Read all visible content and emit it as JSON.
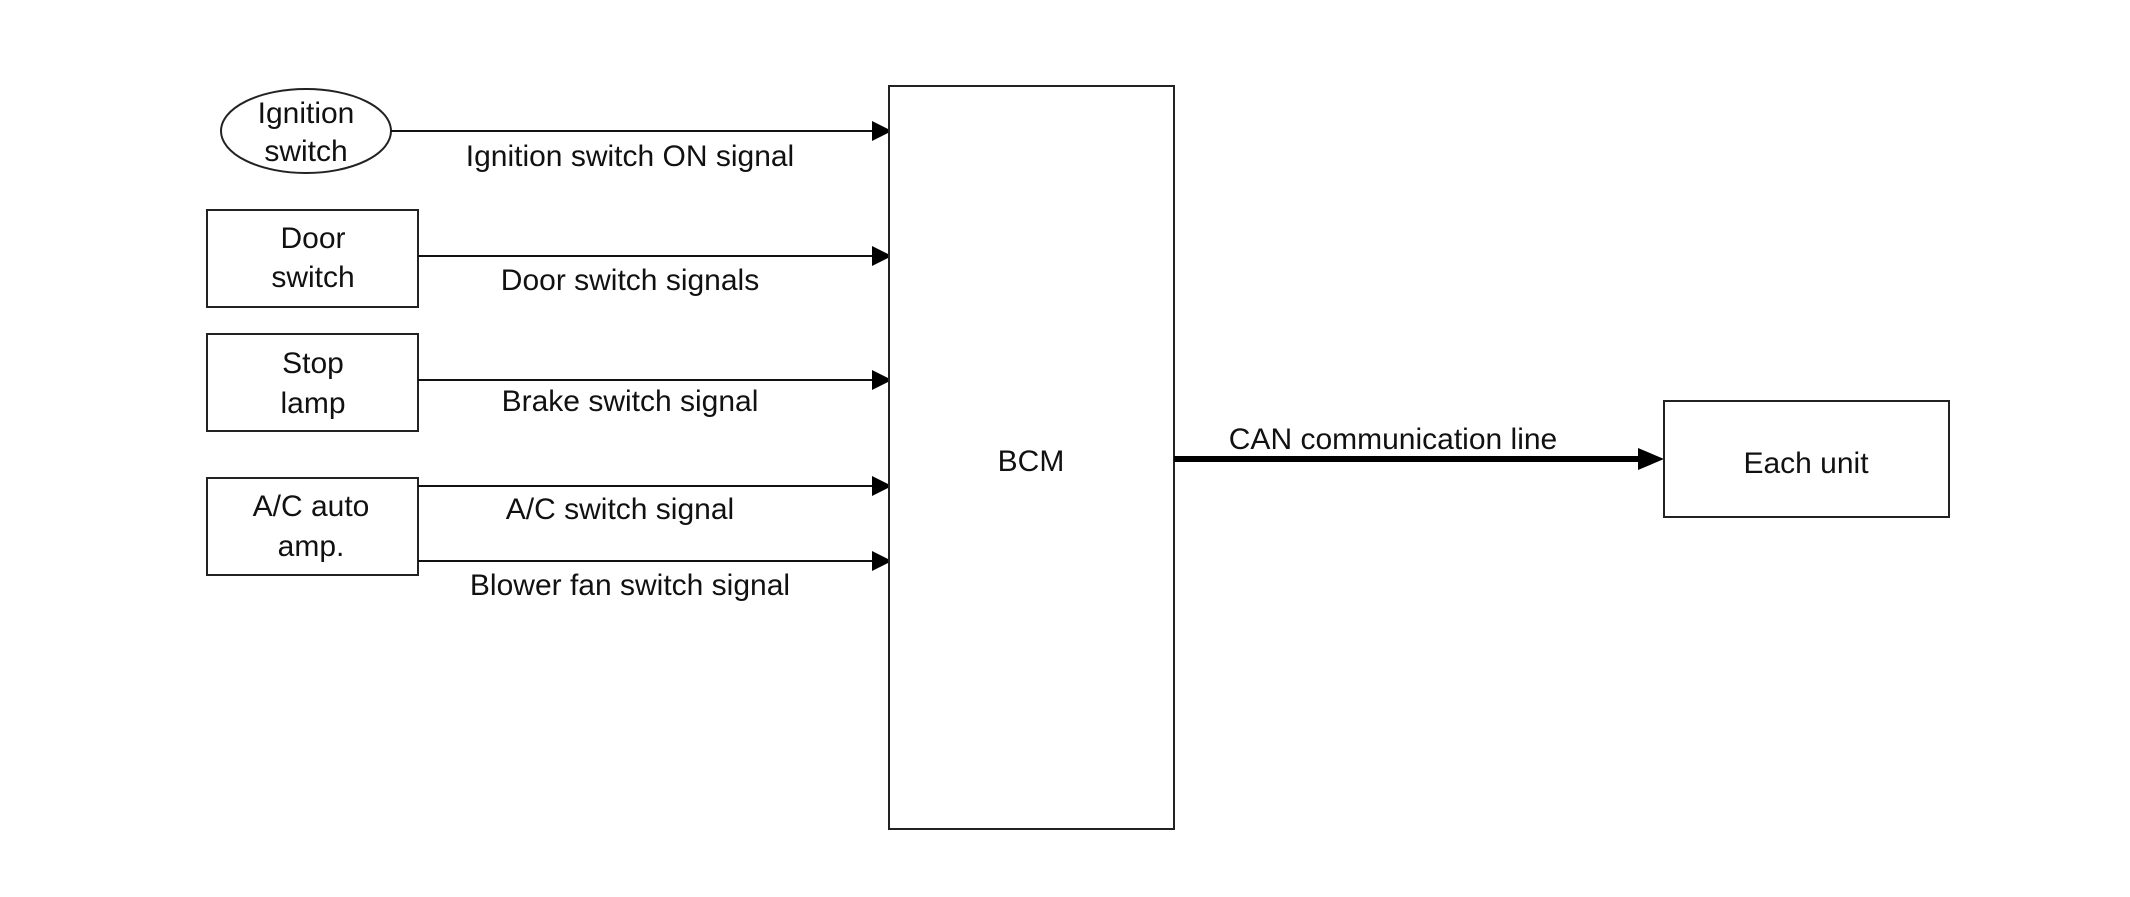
{
  "inputs": {
    "ignition_switch": {
      "line1": "Ignition",
      "line2": "switch",
      "signal": "Ignition switch ON signal"
    },
    "door_switch": {
      "line1": "Door",
      "line2": "switch",
      "signal": "Door switch signals"
    },
    "stop_lamp": {
      "line1": "Stop",
      "line2": "lamp",
      "signal": "Brake switch signal"
    },
    "ac_auto_amp": {
      "line1": "A/C auto",
      "line2": "amp.",
      "signal_1": "A/C switch signal",
      "signal_2": "Blower fan switch signal"
    }
  },
  "bcm": {
    "label": "BCM"
  },
  "output": {
    "line_label": "CAN communication line",
    "unit_label": "Each unit"
  }
}
